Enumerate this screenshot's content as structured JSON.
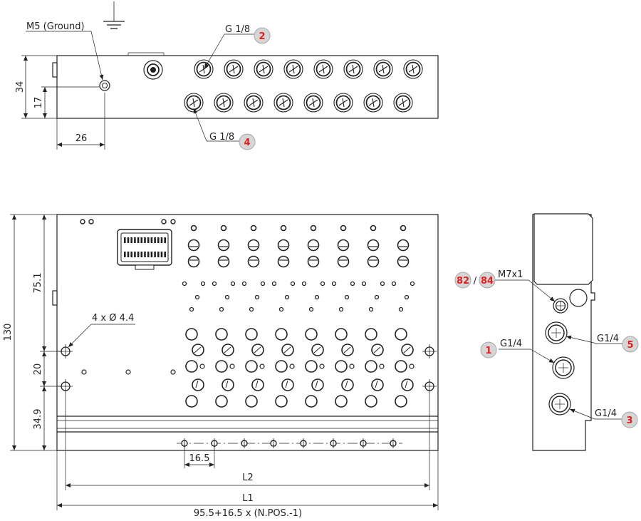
{
  "top_view": {
    "ground_label": "M5 (Ground)",
    "upper_port_label": "G 1/8",
    "upper_port_callout": "2",
    "lower_port_label": "G 1/8",
    "lower_port_callout": "4",
    "dim_height": "34",
    "dim_half_height": "17",
    "dim_ground_offset": "26"
  },
  "front_view": {
    "dim_total_height": "130",
    "dim_upper": "75.1",
    "dim_middle": "20",
    "dim_lower": "34.9",
    "mount_holes_label": "4 x Ø 4.4",
    "dim_pitch": "16.5",
    "dim_l2": "L2",
    "dim_l1": "L1",
    "length_formula": "95.5+16.5 x (N.POS.-1)"
  },
  "side_view": {
    "callout_82": "82",
    "separator": "/",
    "callout_84": "84",
    "pilot_thread": "M7x1",
    "port_1_label": "G1/4",
    "port_1_callout": "1",
    "port_5_label": "G1/4",
    "port_5_callout": "5",
    "port_3_label": "G1/4",
    "port_3_callout": "3"
  }
}
